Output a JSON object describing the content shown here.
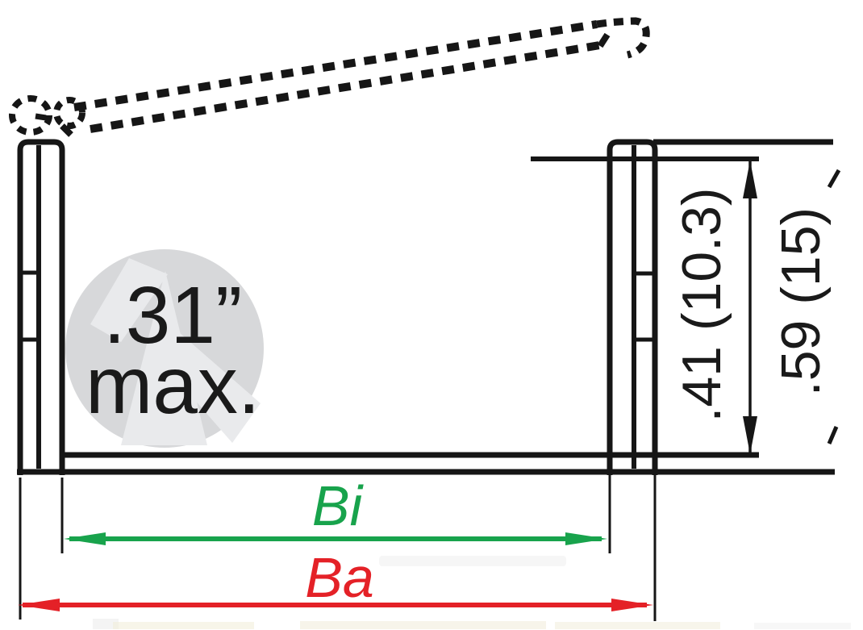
{
  "figure": {
    "description": "Cross-section technical drawing of a sheet-metal U-channel with hinged flap shown open (dashed)",
    "watermark": {
      "line1": ".31”",
      "line2": "max."
    },
    "labels": {
      "inner_depth": ".41 (10.3)",
      "outer_depth": ".59 (15)",
      "inner_width": "Bi",
      "outer_width": "Ba"
    },
    "colors": {
      "line": "#161616",
      "text": "#1a1a1a",
      "inner_width_green": "#18a34c",
      "outer_width_red": "#e42127",
      "watermark_circle": "#d7d8da",
      "watermark_mark": "#e9eaec"
    }
  }
}
